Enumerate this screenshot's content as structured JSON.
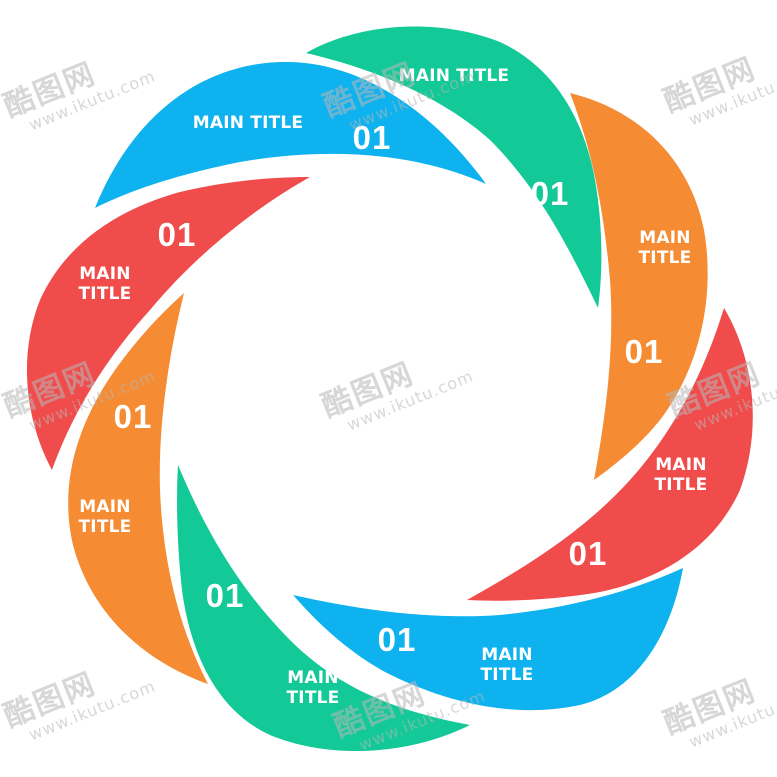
{
  "diagram": {
    "type": "pinwheel-infographic",
    "colors": {
      "blue": "#0EB2EE",
      "green": "#12C997",
      "orange": "#F58B32",
      "red": "#F04C4B",
      "text": "#FFFFFF",
      "background": "#FFFFFF"
    },
    "segments": [
      {
        "id": "seg-1",
        "color": "blue",
        "title": "MAIN TITLE",
        "number": "01"
      },
      {
        "id": "seg-2",
        "color": "green",
        "title": "MAIN TITLE",
        "number": "01"
      },
      {
        "id": "seg-3",
        "color": "orange",
        "title": "MAIN\nTITLE",
        "number": "01"
      },
      {
        "id": "seg-4",
        "color": "red",
        "title": "MAIN\nTITLE",
        "number": "01"
      },
      {
        "id": "seg-5",
        "color": "blue",
        "title": "MAIN\nTITLE",
        "number": "01"
      },
      {
        "id": "seg-6",
        "color": "green",
        "title": "MAIN\nTITLE",
        "number": "01"
      },
      {
        "id": "seg-7",
        "color": "orange",
        "title": "MAIN\nTITLE",
        "number": "01"
      },
      {
        "id": "seg-8",
        "color": "red",
        "title": "MAIN\nTITLE",
        "number": "01"
      }
    ]
  },
  "watermark": {
    "logo": "酷图网",
    "url": "www.ikutu.com"
  }
}
